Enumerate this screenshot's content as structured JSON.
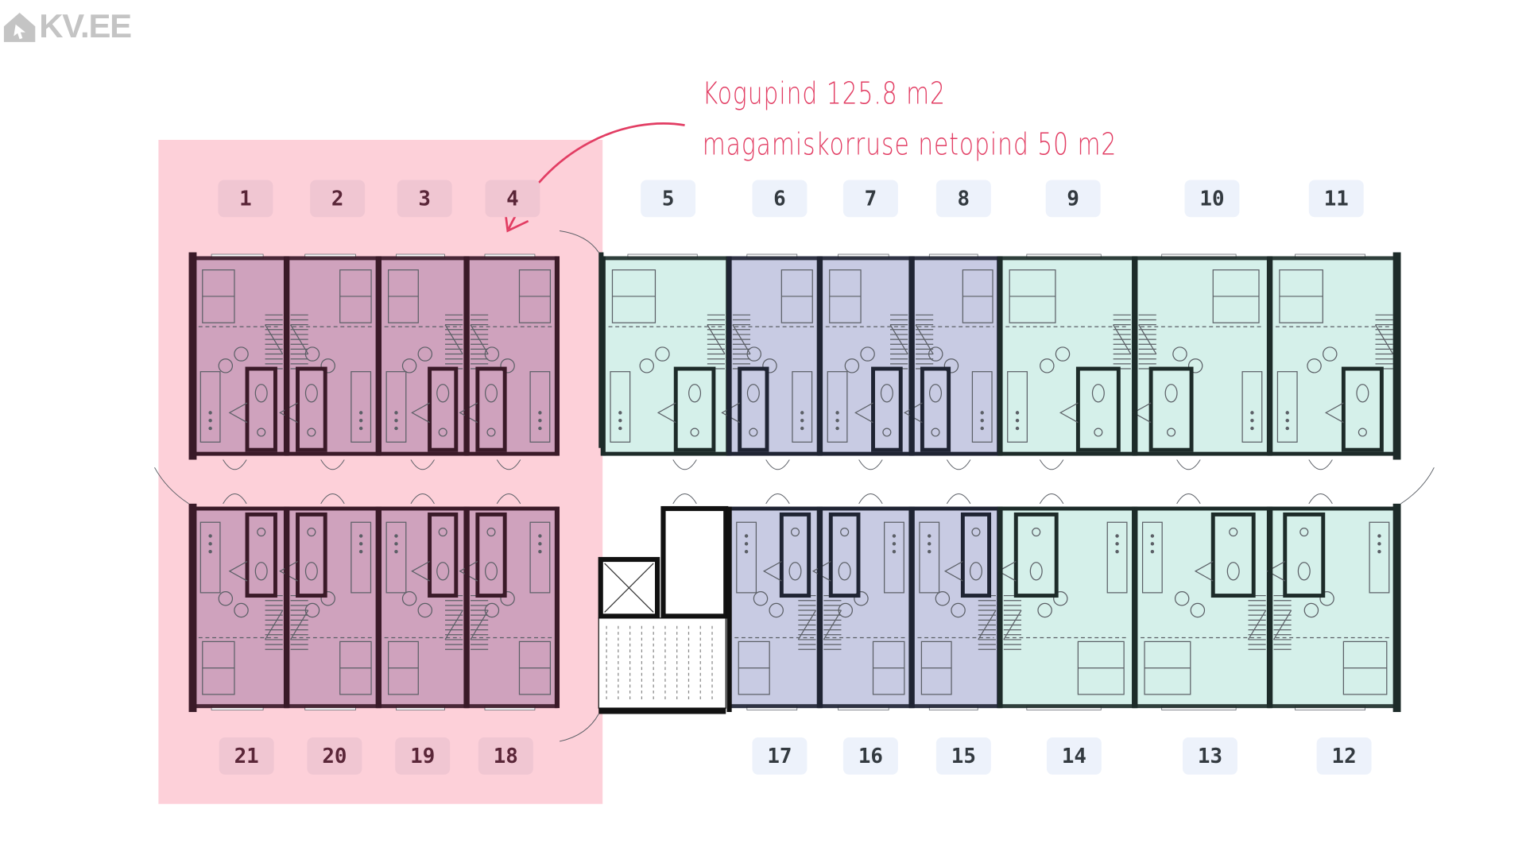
{
  "logo": {
    "text": "KV.EE"
  },
  "annotation": {
    "line1": "Kogupind 125.8 m2",
    "line2": "magamiskorruse netopind 50 m2",
    "color": "#e23d63"
  },
  "highlight_color": "#fdd0d9",
  "unit_colors": {
    "mint": "#d5f0ea",
    "lavender": "#c8cbe3",
    "highlighted": "#cfa2bd"
  },
  "top_units": [
    "1",
    "2",
    "3",
    "4",
    "5",
    "6",
    "7",
    "8",
    "9",
    "10",
    "11"
  ],
  "bottom_units": [
    "21",
    "20",
    "19",
    "18",
    "17",
    "16",
    "15",
    "14",
    "13",
    "12"
  ]
}
